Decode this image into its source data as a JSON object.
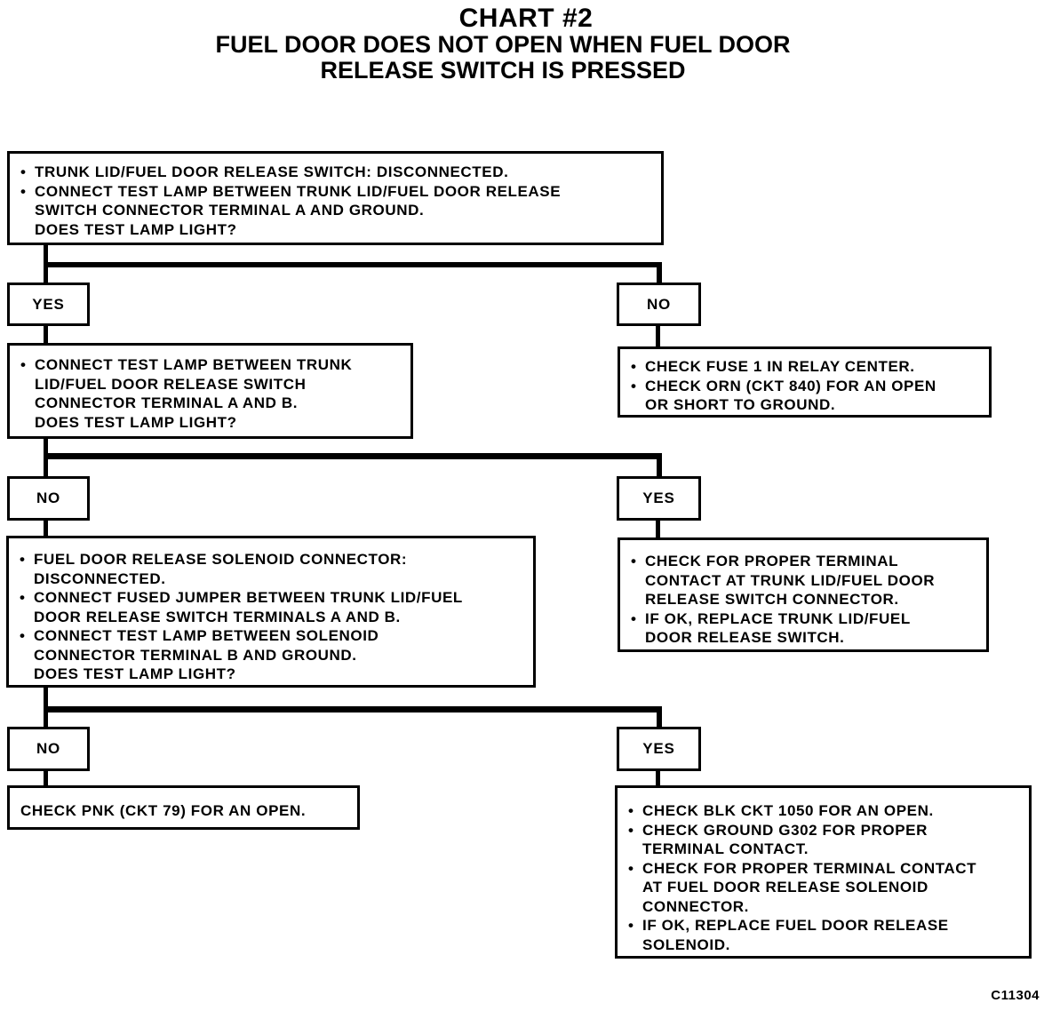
{
  "title": "CHART #2",
  "subtitle_line1": "FUEL DOOR DOES NOT OPEN WHEN FUEL DOOR",
  "subtitle_line2": "RELEASE SWITCH IS PRESSED",
  "step1": {
    "items": [
      "TRUNK LID/FUEL DOOR RELEASE SWITCH: DISCONNECTED.",
      "CONNECT TEST LAMP BETWEEN TRUNK LID/FUEL DOOR RELEASE\nSWITCH CONNECTOR TERMINAL A AND GROUND."
    ],
    "question": "DOES TEST LAMP LIGHT?"
  },
  "step1_yes_label": "YES",
  "step1_no_label": "NO",
  "step2": {
    "items": [
      "CONNECT TEST LAMP BETWEEN TRUNK\nLID/FUEL DOOR RELEASE SWITCH\nCONNECTOR TERMINAL A AND B."
    ],
    "question": "DOES TEST LAMP LIGHT?"
  },
  "result_fuse": {
    "items": [
      "CHECK FUSE 1 IN RELAY CENTER.",
      "CHECK ORN (CKT 840) FOR AN OPEN\nOR SHORT TO GROUND."
    ]
  },
  "step2_no_label": "NO",
  "step2_yes_label": "YES",
  "step3": {
    "items": [
      "FUEL DOOR RELEASE SOLENOID CONNECTOR:\nDISCONNECTED.",
      "CONNECT FUSED JUMPER BETWEEN TRUNK LID/FUEL\nDOOR RELEASE SWITCH TERMINALS A AND B.",
      "CONNECT TEST LAMP BETWEEN SOLENOID\nCONNECTOR TERMINAL B AND GROUND."
    ],
    "question": "DOES TEST LAMP LIGHT?"
  },
  "result_switch": {
    "items": [
      "CHECK FOR PROPER TERMINAL\nCONTACT AT TRUNK LID/FUEL DOOR\nRELEASE SWITCH CONNECTOR.",
      "IF OK, REPLACE TRUNK LID/FUEL\nDOOR RELEASE SWITCH."
    ]
  },
  "step3_no_label": "NO",
  "step3_yes_label": "YES",
  "result_pnk": "CHECK PNK (CKT 79) FOR AN OPEN.",
  "result_ground": {
    "items": [
      "CHECK BLK CKT 1050 FOR AN OPEN.",
      "CHECK GROUND G302 FOR PROPER\nTERMINAL CONTACT.",
      "CHECK FOR PROPER TERMINAL CONTACT\nAT FUEL DOOR RELEASE SOLENOID\nCONNECTOR.",
      "IF OK, REPLACE FUEL DOOR RELEASE\nSOLENOID."
    ]
  },
  "diagram_code": "C11304"
}
